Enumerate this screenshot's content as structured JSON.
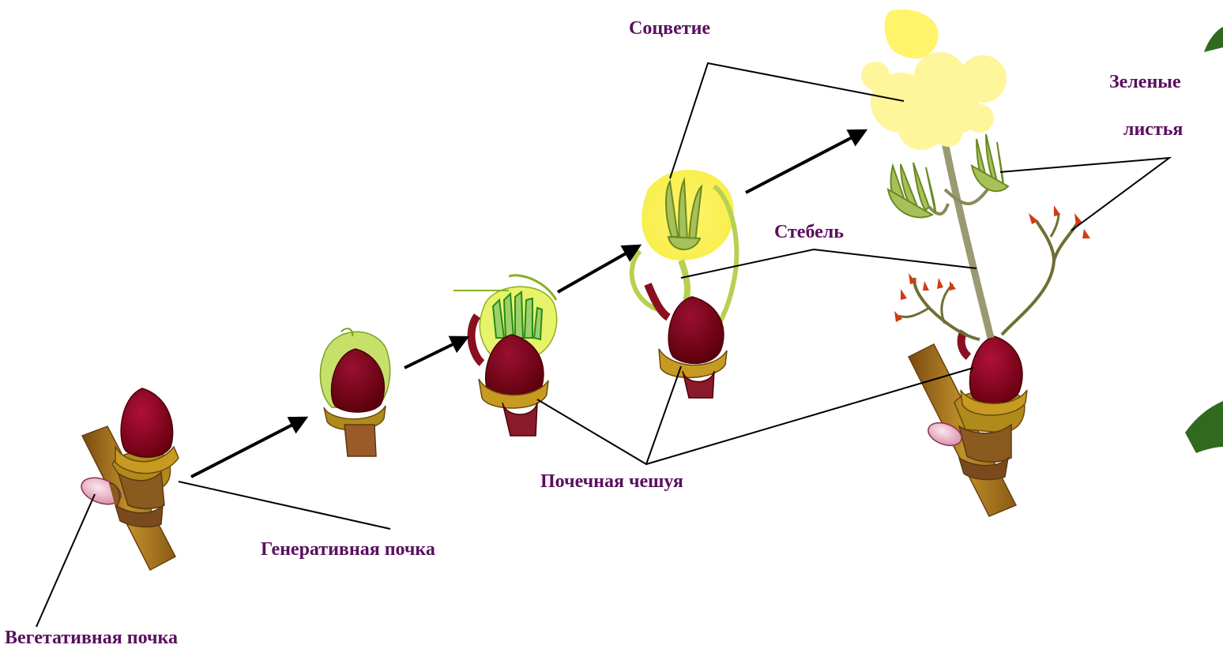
{
  "labels": {
    "inflorescence": "Соцветие",
    "green_leaves_1": "Зеленые",
    "green_leaves_2": "листья",
    "stem": "Стебель",
    "bud_scale": "Почечная  чешуя",
    "generative_bud": "Генеративная  почка",
    "vegetative_bud": "Вегетативная  почка"
  },
  "colors": {
    "label_text": "#5a0f5e",
    "bud_maroon": "#7a0010",
    "bud_maroon_light": "#a8103a",
    "branch_brown": "#a8761e",
    "scale_olive": "#b08a1a",
    "scale_brown": "#7a4a1e",
    "inflorescence_yellow": "#fff36a",
    "flower_pale_yellow": "#fff59a",
    "leaf_green": "#9ab84a",
    "stem_gray": "#9a9a72",
    "twig_olive": "#7a7a3a",
    "tip_red": "#d23a10",
    "arrow_black": "#000000"
  },
  "stages": [
    "stage-1-dormant-buds",
    "stage-2-swelling-bud",
    "stage-3-opening-bud",
    "stage-4-inflorescence-emerging",
    "stage-5-flowering-shoot"
  ]
}
